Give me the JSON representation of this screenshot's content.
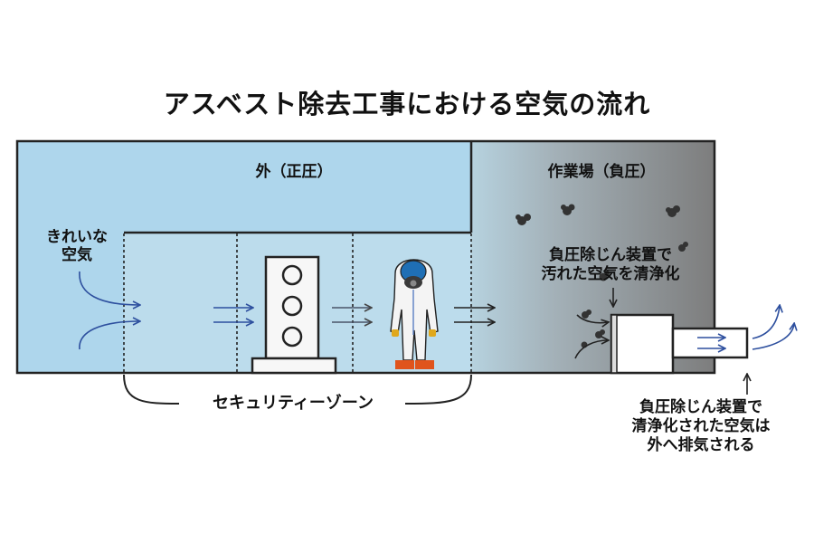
{
  "title": "アスベスト除去工事における空気の流れ",
  "labels": {
    "outside": "外（正圧）",
    "workplace": "作業場（負圧）",
    "clean_air_line1": "きれいな",
    "clean_air_line2": "空気",
    "unit_top_line1": "負圧除じん装置で",
    "unit_top_line2": "汚れた空気を清浄化",
    "security_zone": "セキュリティーゾーン",
    "exhaust_line1": "負圧除じん装置で",
    "exhaust_line2": "清浄化された空気は",
    "exhaust_line3": "外へ排気される"
  },
  "colors": {
    "outside_fill": "#aed6ec",
    "work_dark": "#7f7f7f",
    "arrow_blue": "#2d4f9e",
    "arrow_dark": "#333333",
    "suit_white": "#f4f4f4",
    "visor": "#1f6fb5",
    "boots": "#e0541c"
  },
  "icons": [
    "worker-in-protective-suit-icon",
    "air-shower-unit-icon",
    "dust-particle-icon",
    "negative-pressure-unit-icon",
    "exhaust-duct-icon"
  ]
}
